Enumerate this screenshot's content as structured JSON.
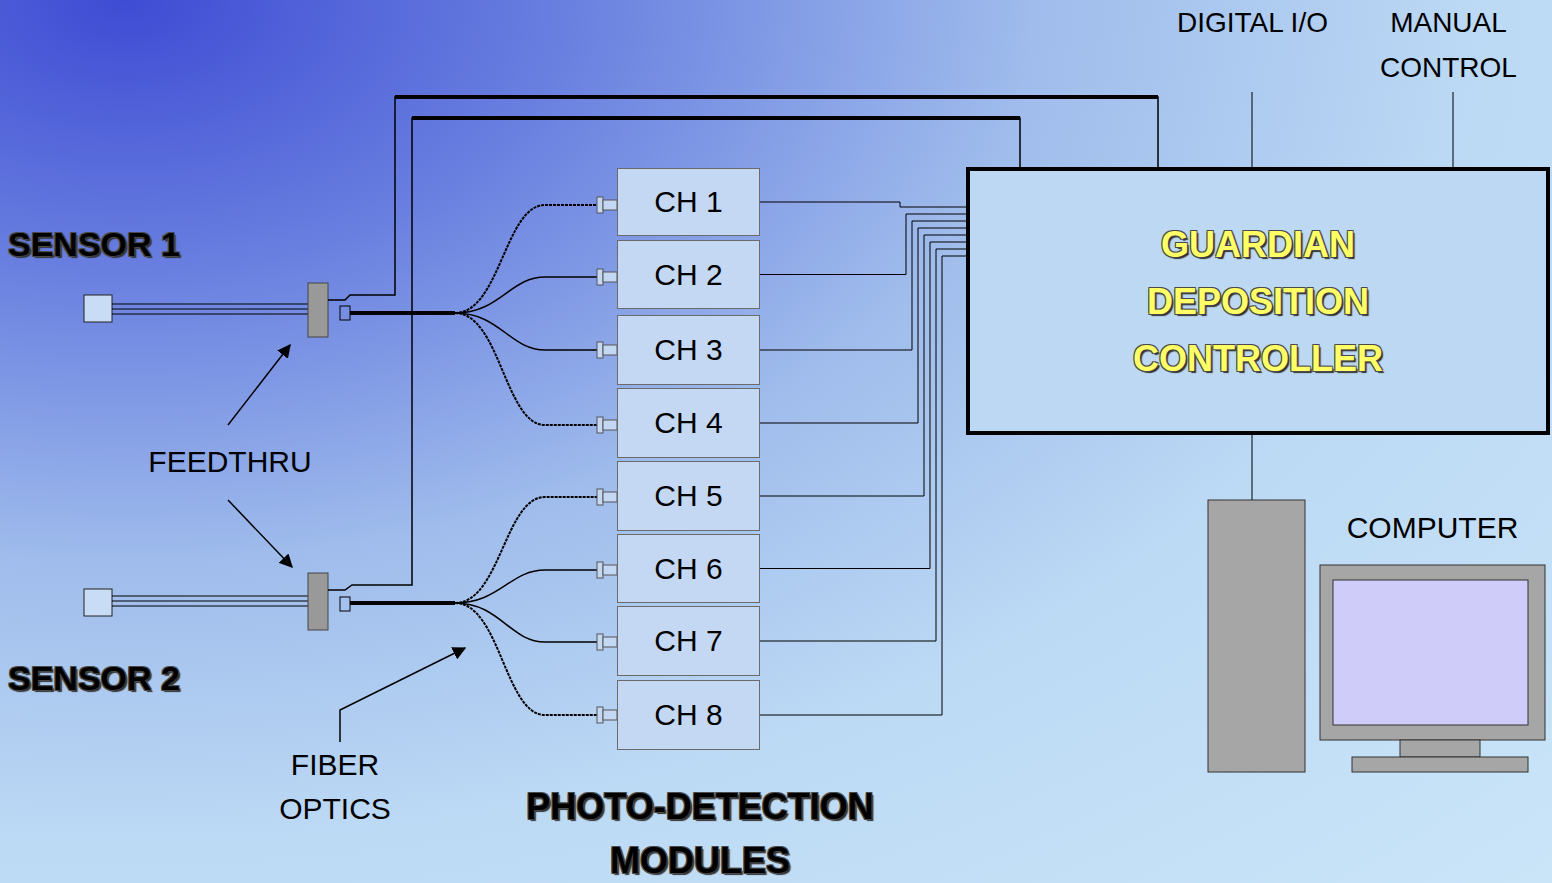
{
  "diagram": {
    "nodes": [
      {
        "text": [
          "CH 1"
        ]
      },
      {
        "text": [
          "CH 2"
        ]
      },
      {
        "text": [
          "CH 3"
        ]
      },
      {
        "text": [
          "CH 4"
        ]
      },
      {
        "text": [
          "CH 5"
        ]
      },
      {
        "text": [
          "CH 6"
        ]
      },
      {
        "text": [
          "CH 7"
        ]
      },
      {
        "text": [
          "CH 8"
        ]
      },
      {
        "text": [
          "GUARDIAN DEPOSITION CONTROLLER"
        ]
      }
    ],
    "edges": [
      {
        "from": 0,
        "to": 8,
        "arrow": "none"
      },
      {
        "from": 1,
        "to": 8,
        "arrow": "none"
      },
      {
        "from": 2,
        "to": 8,
        "arrow": "none"
      },
      {
        "from": 3,
        "to": 8,
        "arrow": "none"
      },
      {
        "from": 4,
        "to": 8,
        "arrow": "none"
      },
      {
        "from": 5,
        "to": 8,
        "arrow": "none"
      },
      {
        "from": 6,
        "to": 8,
        "arrow": "none"
      },
      {
        "from": 7,
        "to": 8,
        "arrow": "none"
      }
    ],
    "labels": [
      "SENSOR 1",
      "SENSOR 2",
      "FEEDTHRU",
      "FIBER OPTICS",
      "PHOTO-DETECTION MODULES",
      "DIGITAL I/O",
      "MANUAL CONTROL",
      "COMPUTER"
    ]
  }
}
